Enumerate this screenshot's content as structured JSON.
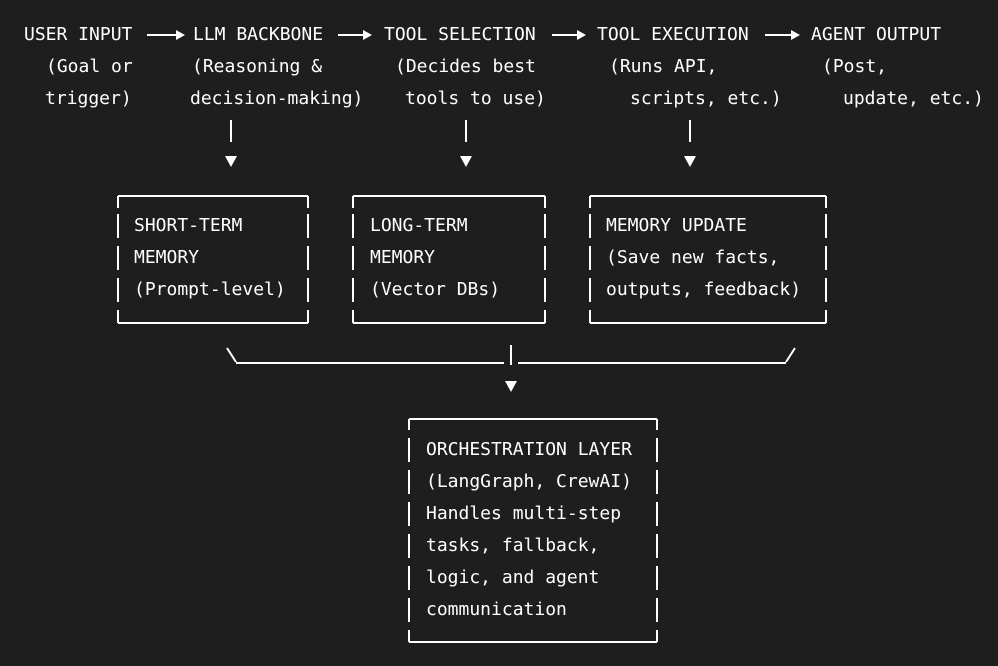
{
  "colors": {
    "background": "#1e1e1e",
    "foreground": "#ffffff"
  },
  "pipeline": {
    "stages": [
      {
        "title": "USER INPUT",
        "desc": [
          "(Goal or",
          "trigger)"
        ]
      },
      {
        "title": "LLM BACKBONE",
        "desc": [
          "(Reasoning &",
          "decision-making)"
        ]
      },
      {
        "title": "TOOL SELECTION",
        "desc": [
          "(Decides best",
          "tools to use)"
        ]
      },
      {
        "title": "TOOL EXECUTION",
        "desc": [
          "(Runs API,",
          "scripts, etc.)"
        ]
      },
      {
        "title": "AGENT OUTPUT",
        "desc": [
          "(Post,",
          "update, etc.)"
        ]
      }
    ]
  },
  "memory": {
    "short_term": {
      "lines": [
        "SHORT-TERM",
        "MEMORY",
        "(Prompt-level)"
      ]
    },
    "long_term": {
      "lines": [
        "LONG-TERM",
        "MEMORY",
        "(Vector DBs)"
      ]
    },
    "update": {
      "lines": [
        "MEMORY UPDATE",
        "(Save new facts,",
        "outputs, feedback)"
      ]
    }
  },
  "orchestration": {
    "lines": [
      "ORCHESTRATION LAYER",
      "(LangGraph, CrewAI)",
      "Handles multi-step",
      "tasks, fallback,",
      "logic, and agent",
      "communication"
    ]
  }
}
